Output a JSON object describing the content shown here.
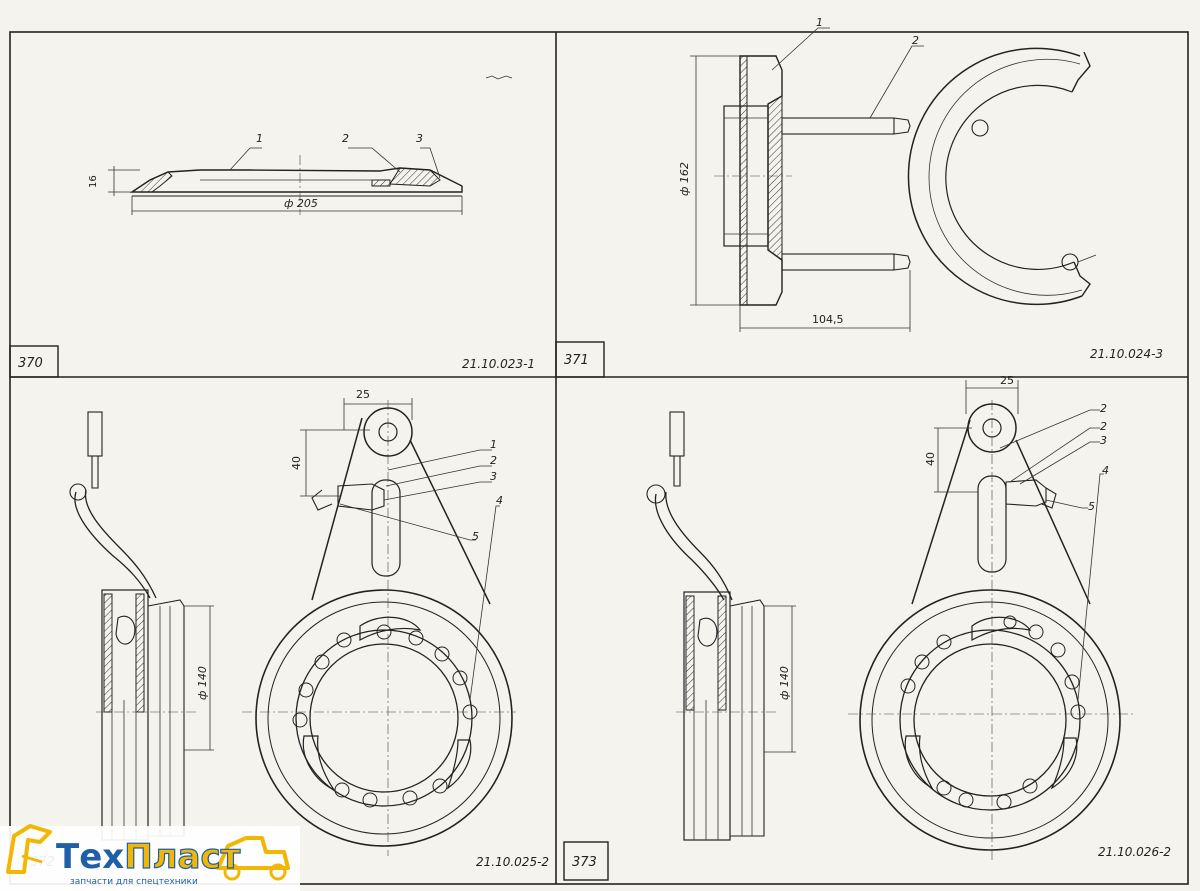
{
  "panels": [
    {
      "number": "370",
      "part_code": "21.10.023-1",
      "callouts": [
        "1",
        "2",
        "3"
      ],
      "dimensions": {
        "height": "16",
        "diameter": "ф 205"
      }
    },
    {
      "number": "371",
      "part_code": "21.10.024-3",
      "callouts": [
        "1",
        "2"
      ],
      "dimensions": {
        "diameter": "ф 162",
        "length": "104,5"
      }
    },
    {
      "number": "372",
      "part_code": "21.10.025-2",
      "callouts": [
        "1",
        "2",
        "3",
        "4",
        "5"
      ],
      "dimensions": {
        "width": "25",
        "height": "40",
        "diameter": "ф 140"
      }
    },
    {
      "number": "373",
      "part_code": "21.10.026-2",
      "callouts": [
        "2",
        "2",
        "3",
        "4",
        "5"
      ],
      "dimensions": {
        "width": "25",
        "height": "40",
        "diameter": "ф 140"
      }
    }
  ],
  "logo": {
    "text_part1": "Тех",
    "text_part2": "Пласт",
    "tagline": "запчасти для спецтехники",
    "colors": {
      "primary": "#1f5fa8",
      "accent": "#f2b705"
    }
  }
}
